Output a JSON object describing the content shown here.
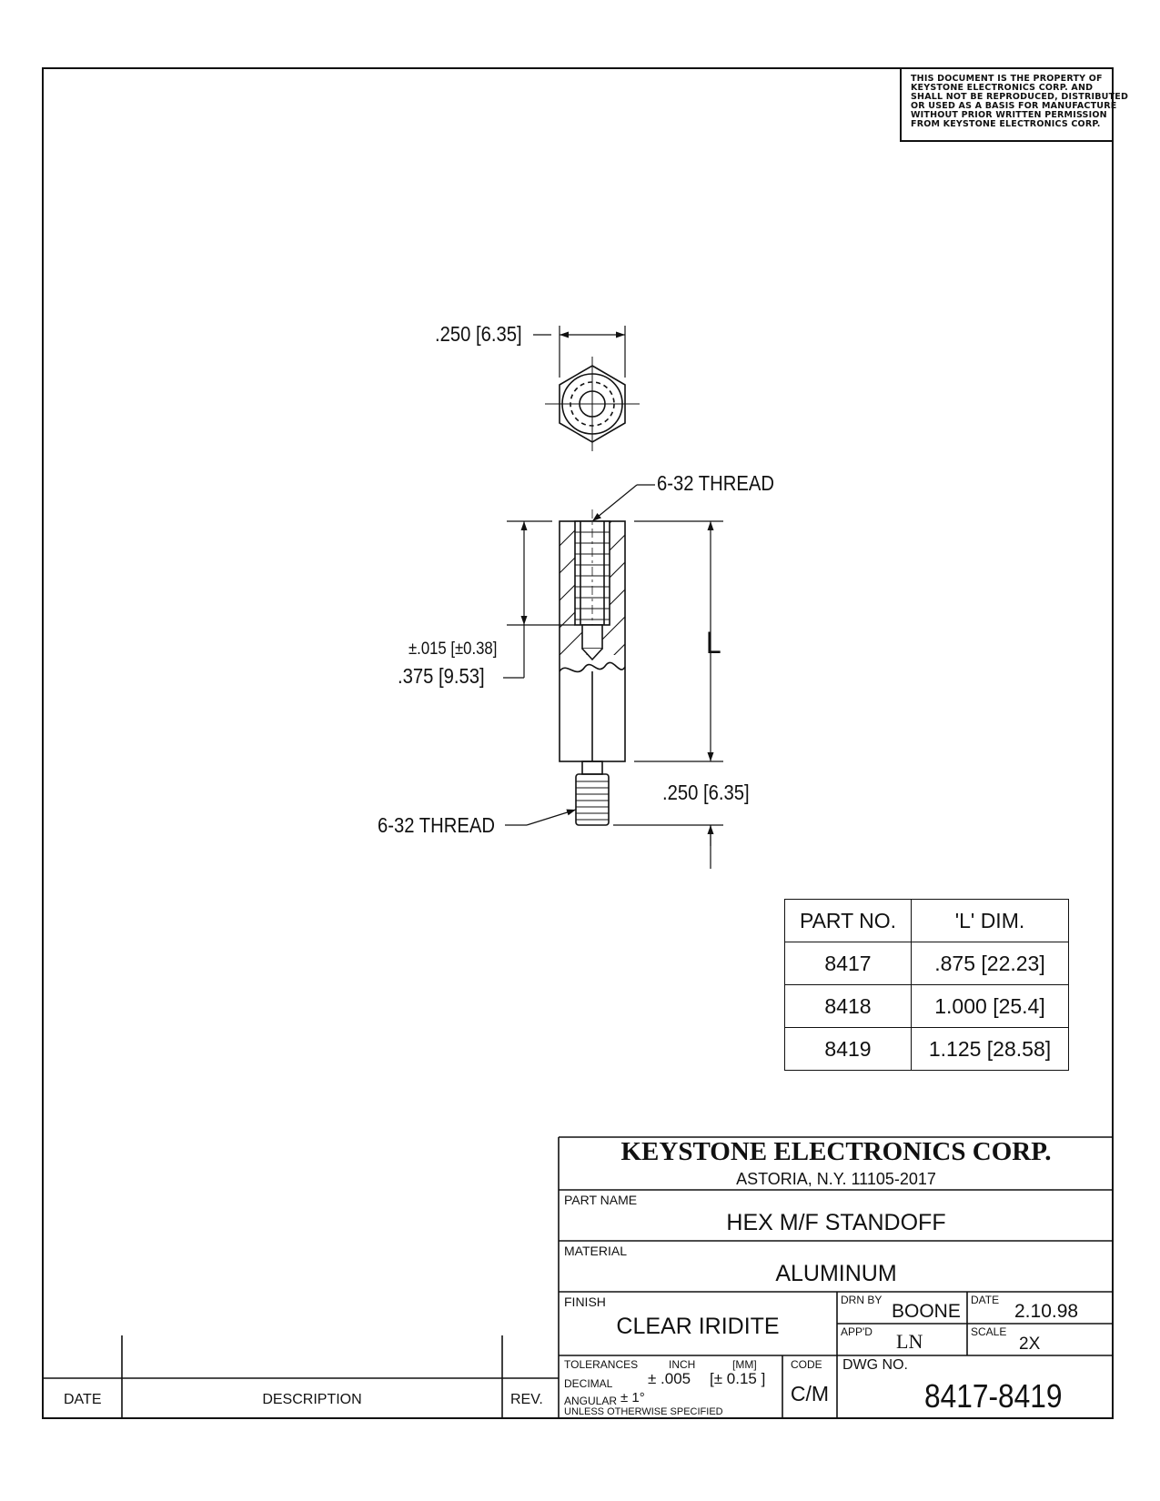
{
  "notice": {
    "line1": "THIS DOCUMENT IS THE PROPERTY OF",
    "line2": "KEYSTONE ELECTRONICS CORP. AND",
    "line3": "SHALL NOT BE REPRODUCED, DISTRIBUTED",
    "line4": "OR USED AS A BASIS FOR MANUFACTURE",
    "line5": "WITHOUT PRIOR WRITTEN PERMISSION",
    "line6": "FROM KEYSTONE ELECTRONICS CORP."
  },
  "drawing": {
    "hex_width": ".250 [6.35]",
    "thread_top": "6-32 THREAD",
    "depth_tol": "±.015 [±0.38]",
    "depth": ".375 [9.53]",
    "length_label": "L",
    "stud_length": ".250 [6.35]",
    "thread_bottom": "6-32 THREAD"
  },
  "parts_table": {
    "headers": [
      "PART NO.",
      "'L' DIM."
    ],
    "rows": [
      [
        "8417",
        ".875 [22.23]"
      ],
      [
        "8418",
        "1.000 [25.4]"
      ],
      [
        "8419",
        "1.125 [28.58]"
      ]
    ]
  },
  "title_block": {
    "company": "KEYSTONE ELECTRONICS CORP.",
    "address": "ASTORIA, N.Y. 11105-2017",
    "part_name_label": "PART NAME",
    "part_name": "HEX M/F STANDOFF",
    "material_label": "MATERIAL",
    "material": "ALUMINUM",
    "finish_label": "FINISH",
    "finish": "CLEAR IRIDITE",
    "drn_by_label": "DRN BY",
    "drn_by": "BOONE",
    "date_label": "DATE",
    "date": "2.10.98",
    "appd_label": "APP'D",
    "appd": "LN",
    "scale_label": "SCALE",
    "scale": "2X",
    "tolerances_label": "TOLERANCES",
    "inch_label": "INCH",
    "mm_label": "[MM]",
    "code_label": "CODE",
    "decimal_label": "DECIMAL",
    "decimal_inch": "± .005",
    "decimal_mm": "[± 0.15 ]",
    "angular_label": "ANGULAR",
    "angular": "± 1°",
    "unless_label": "UNLESS OTHERWISE SPECIFIED",
    "code": "C/M",
    "dwg_no_label": "DWG NO.",
    "dwg_no": "8417-8419"
  },
  "revision_block": {
    "date_label": "DATE",
    "description_label": "DESCRIPTION",
    "rev_label": "REV."
  }
}
